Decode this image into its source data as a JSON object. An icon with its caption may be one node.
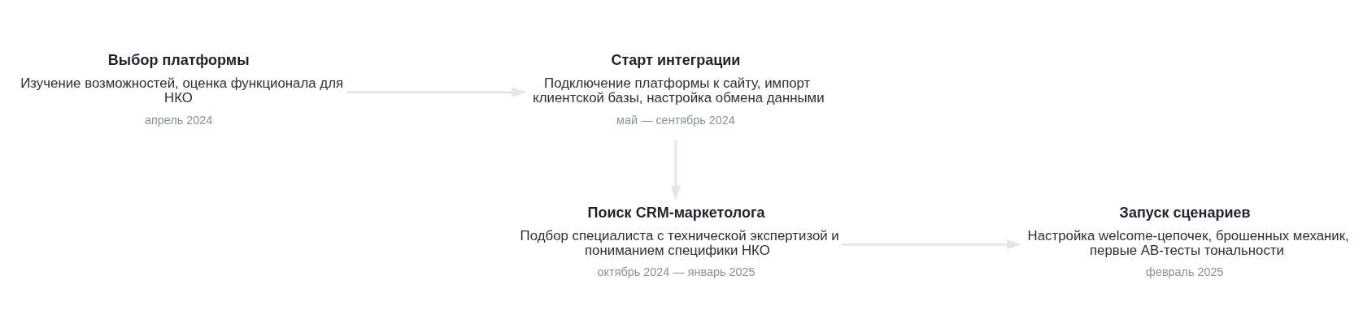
{
  "diagram": {
    "nodes": [
      {
        "text": [
          "Выбор платформы",
          "Изучение возможностей, оценка функционала для НКО"
        ],
        "beside": [
          "апрель 2024"
        ]
      },
      {
        "text": [
          "Старт интеграции",
          "Подключение платформы к сайту, импорт клиентской базы, настройка обмена данными"
        ],
        "beside": [
          "май — сентябрь 2024"
        ]
      },
      {
        "text": [
          "Поиск CRM-маркетолога",
          "Подбор специалиста с технической экспертизой и пониманием специфики НКО"
        ],
        "beside": [
          "октябрь 2024 — январь 2025"
        ]
      },
      {
        "text": [
          "Запуск сценариев",
          "Настройка welcome-цепочек, брошенных механик, первые AB-тесты тональности"
        ],
        "beside": [
          "февраль 2025"
        ]
      }
    ],
    "edges": [
      {
        "from": 0,
        "to": 1,
        "arrow": "to"
      },
      {
        "from": 1,
        "to": 2,
        "arrow": "to"
      },
      {
        "from": 2,
        "to": 3,
        "arrow": "to"
      }
    ]
  }
}
